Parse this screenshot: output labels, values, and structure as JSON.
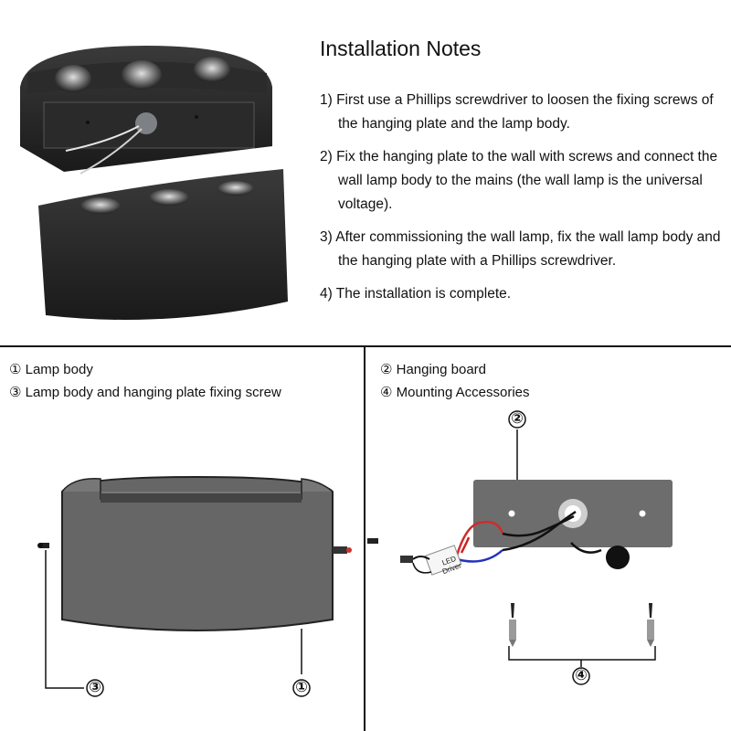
{
  "notes": {
    "title": "Installation Notes",
    "steps": [
      "1) First use a Phillips screwdriver to loosen the fixing screws of the hanging plate and the lamp body.",
      "2) Fix the hanging plate to the wall with screws and connect the wall lamp body to the mains (the wall lamp is the universal voltage).",
      "3) After commissioning the wall lamp, fix the wall lamp body and the hanging plate with a Phillips screwdriver.",
      "4) The installation is complete."
    ]
  },
  "left_panel": {
    "legend": [
      "① Lamp body",
      "③ Lamp body and hanging plate fixing screw"
    ],
    "callouts": {
      "screw": "③",
      "body": "①"
    }
  },
  "right_panel": {
    "legend": [
      "② Hanging board",
      "④ Mounting Accessories"
    ],
    "callouts": {
      "board": "②",
      "accessories": "④"
    },
    "driver_label": "LED Driver"
  }
}
